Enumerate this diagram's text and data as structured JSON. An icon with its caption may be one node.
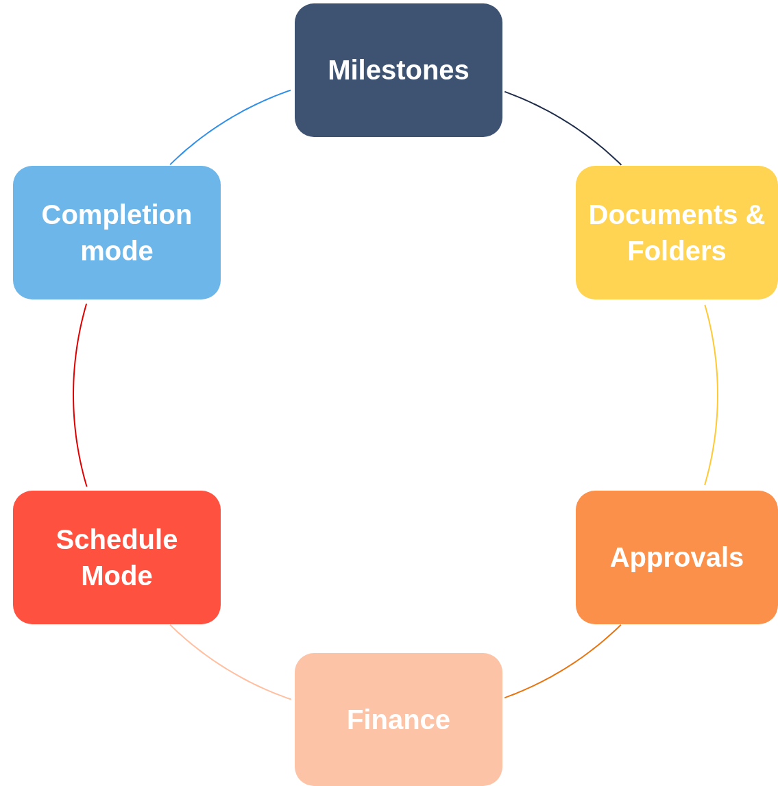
{
  "diagram": {
    "nodes": [
      {
        "text": [
          "Milestones"
        ]
      },
      {
        "text": [
          "Documents & Folders"
        ]
      },
      {
        "text": [
          "Approvals"
        ]
      },
      {
        "text": [
          "Finance"
        ]
      },
      {
        "text": [
          "Schedule Mode"
        ]
      },
      {
        "text": [
          "Completion mode"
        ]
      }
    ],
    "edges": [
      {
        "from": 0,
        "to": 1,
        "arrow": "none",
        "color": "#1f2d4a"
      },
      {
        "from": 1,
        "to": 2,
        "arrow": "none",
        "color": "#ffc933"
      },
      {
        "from": 2,
        "to": 3,
        "arrow": "none",
        "color": "#e8740f"
      },
      {
        "from": 3,
        "to": 4,
        "arrow": "none",
        "color": "#ffbfa0"
      },
      {
        "from": 4,
        "to": 5,
        "arrow": "none",
        "color": "#e00000"
      },
      {
        "from": 5,
        "to": 0,
        "arrow": "none",
        "color": "#2f8fe8"
      }
    ]
  }
}
